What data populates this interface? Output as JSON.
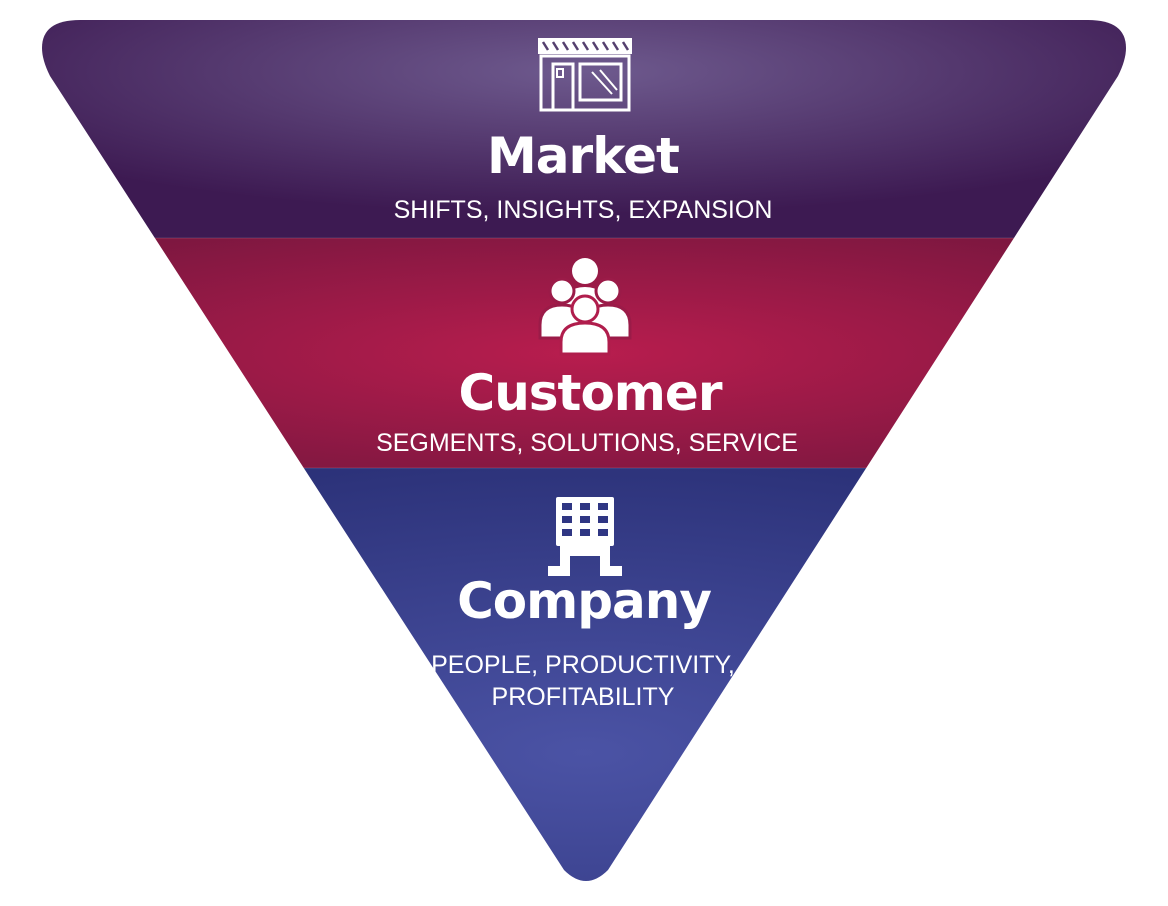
{
  "tiers": [
    {
      "id": "market",
      "icon": "storefront-icon",
      "title": "Market",
      "subtitle_lines": [
        "SHIFTS, INSIGHTS, EXPANSION"
      ],
      "color_center": "#6e5a8e",
      "color_edge": "#3d1a52"
    },
    {
      "id": "customer",
      "icon": "people-group-icon",
      "title": "Customer",
      "subtitle_lines": [
        "SEGMENTS, SOLUTIONS, SERVICE"
      ],
      "color_center": "#b81d4e",
      "color_edge": "#7e1740"
    },
    {
      "id": "company",
      "icon": "office-building-icon",
      "title": "Company",
      "subtitle_lines": [
        "PEOPLE, PRODUCTIVITY,",
        "PROFITABILITY"
      ],
      "color_center": "#4b53a5",
      "color_edge": "#2b3178"
    }
  ]
}
